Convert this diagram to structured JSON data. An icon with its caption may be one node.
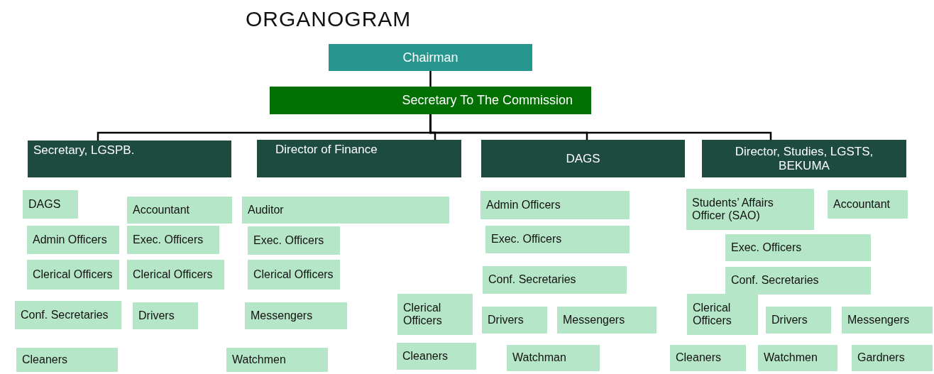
{
  "diagram": {
    "title": "ORGANOGRAM",
    "nodes": [
      {
        "text": [
          "Chairman"
        ]
      },
      {
        "text": [
          "Secretary To The Commission"
        ]
      },
      {
        "text": [
          "Secretary, LGSPB."
        ]
      },
      {
        "text": [
          "Director of Finance"
        ]
      },
      {
        "text": [
          "DAGS"
        ]
      },
      {
        "text": [
          "Director, Studies, LGSTS, BEKUMA"
        ]
      },
      {
        "text": [
          "DAGS"
        ]
      },
      {
        "text": [
          "Accountant"
        ]
      },
      {
        "text": [
          "Admin Officers"
        ]
      },
      {
        "text": [
          "Exec. Officers"
        ]
      },
      {
        "text": [
          "Clerical Officers"
        ]
      },
      {
        "text": [
          "Clerical Officers"
        ]
      },
      {
        "text": [
          "Conf. Secretaries"
        ]
      },
      {
        "text": [
          "Drivers"
        ]
      },
      {
        "text": [
          "Cleaners"
        ]
      },
      {
        "text": [
          "Auditor"
        ]
      },
      {
        "text": [
          "Exec. Officers"
        ]
      },
      {
        "text": [
          "Clerical Officers"
        ]
      },
      {
        "text": [
          "Messengers"
        ]
      },
      {
        "text": [
          "Watchmen"
        ]
      },
      {
        "text": [
          "Clerical Officers"
        ]
      },
      {
        "text": [
          "Cleaners"
        ]
      },
      {
        "text": [
          "Admin Officers"
        ]
      },
      {
        "text": [
          "Exec. Officers"
        ]
      },
      {
        "text": [
          "Conf. Secretaries"
        ]
      },
      {
        "text": [
          "Drivers"
        ]
      },
      {
        "text": [
          "Messengers"
        ]
      },
      {
        "text": [
          "Watchman"
        ]
      },
      {
        "text": [
          "Students’ Affairs Officer (SAO)"
        ]
      },
      {
        "text": [
          "Accountant"
        ]
      },
      {
        "text": [
          "Exec. Officers"
        ]
      },
      {
        "text": [
          "Conf. Secretaries"
        ]
      },
      {
        "text": [
          "Clerical Officers"
        ]
      },
      {
        "text": [
          "Drivers"
        ]
      },
      {
        "text": [
          "Messengers"
        ]
      },
      {
        "text": [
          "Cleaners"
        ]
      },
      {
        "text": [
          "Watchmen"
        ]
      },
      {
        "text": [
          "Gardners"
        ]
      }
    ],
    "edges": [
      {
        "from": 0,
        "to": 1,
        "arrow": "none"
      },
      {
        "from": 1,
        "to": 2,
        "arrow": "none"
      },
      {
        "from": 1,
        "to": 3,
        "arrow": "none"
      },
      {
        "from": 1,
        "to": 4,
        "arrow": "none"
      },
      {
        "from": 1,
        "to": 5,
        "arrow": "none"
      }
    ]
  }
}
